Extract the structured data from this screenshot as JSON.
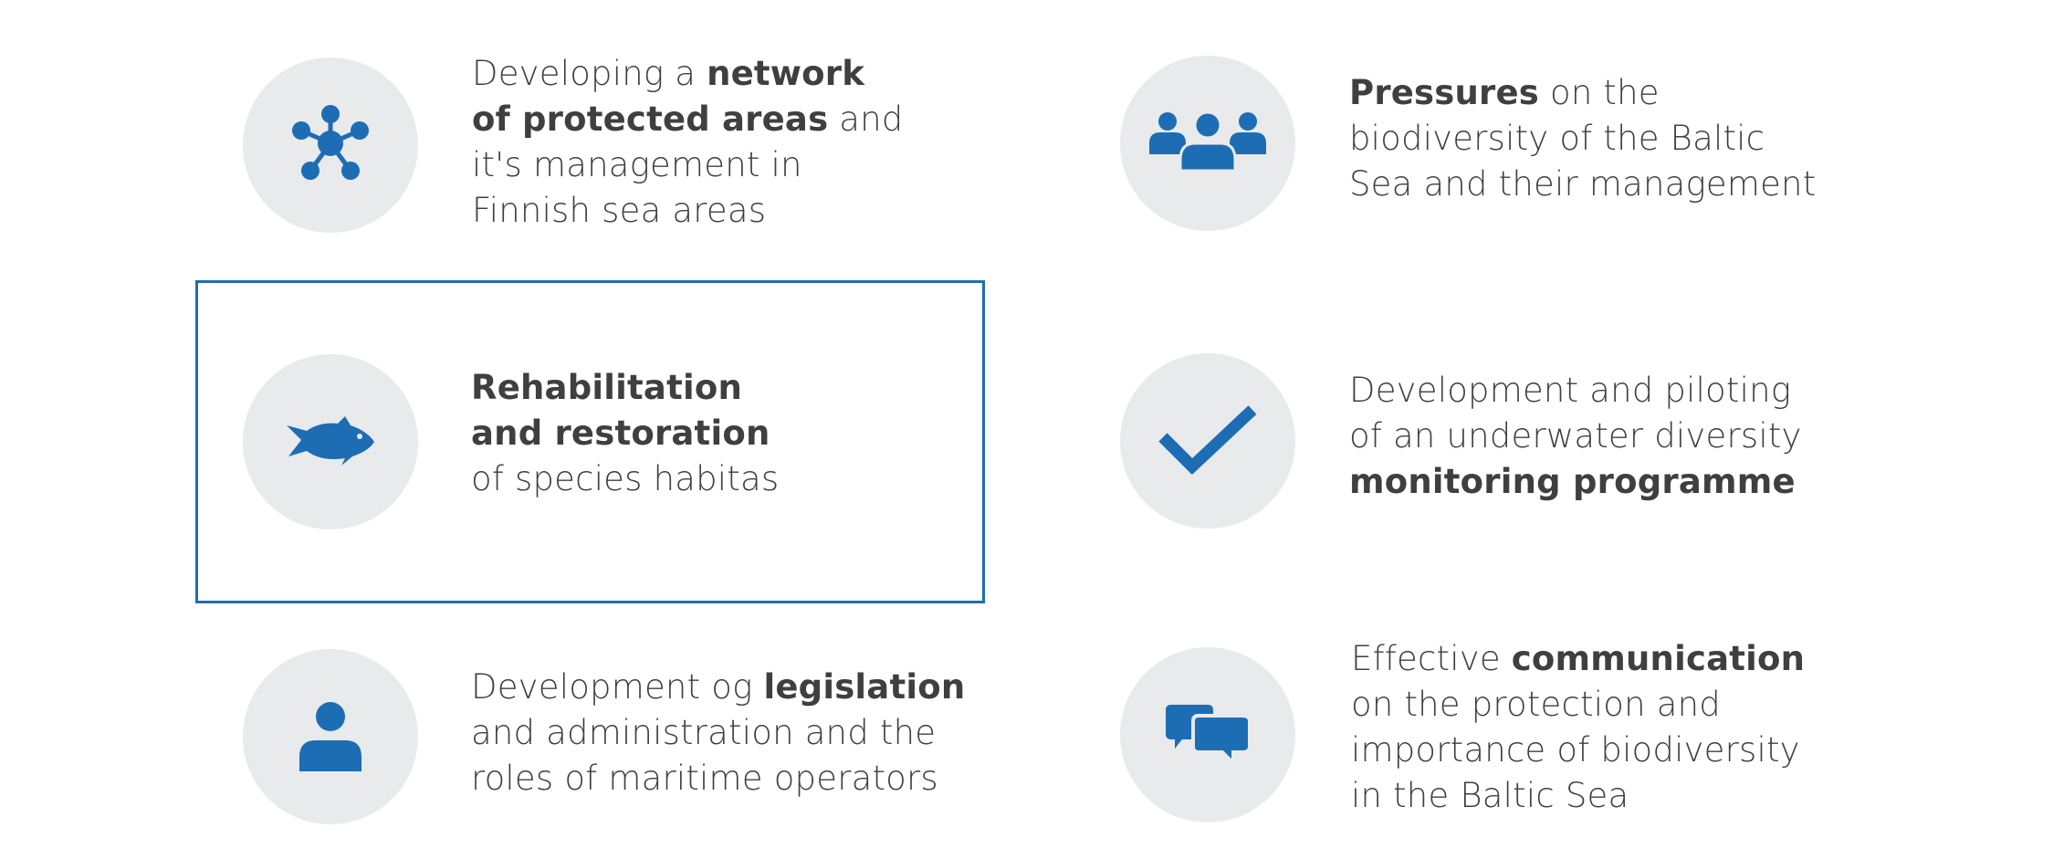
{
  "colors": {
    "accent": "#1d6db4",
    "circle_bg": "#e9eaec",
    "text": "#3f3f41",
    "highlight_border": "#1f6db0"
  },
  "items": [
    {
      "icon": "network-icon",
      "lines": [
        [
          {
            "t": "Developing a "
          },
          {
            "t": "network",
            "b": true
          }
        ],
        [
          {
            "t": "of protected areas",
            "b": true
          },
          {
            "t": " and"
          }
        ],
        [
          {
            "t": "it's management in"
          }
        ],
        [
          {
            "t": "Finnish sea areas"
          }
        ]
      ]
    },
    {
      "icon": "people-group-icon",
      "lines": [
        [
          {
            "t": "Pressures",
            "b": true
          },
          {
            "t": " on the"
          }
        ],
        [
          {
            "t": "biodiversity of the Baltic"
          }
        ],
        [
          {
            "t": "Sea and their management"
          }
        ]
      ]
    },
    {
      "icon": "fish-icon",
      "highlighted": true,
      "lines": [
        [
          {
            "t": "Rehabilitation",
            "b": true
          }
        ],
        [
          {
            "t": "and restoration",
            "b": true
          }
        ],
        [
          {
            "t": "of species habitas"
          }
        ]
      ]
    },
    {
      "icon": "checkmark-icon",
      "lines": [
        [
          {
            "t": "Development and piloting"
          }
        ],
        [
          {
            "t": "of an underwater diversity"
          }
        ],
        [
          {
            "t": "monitoring programme",
            "b": true
          }
        ]
      ]
    },
    {
      "icon": "person-icon",
      "lines": [
        [
          {
            "t": "Development og "
          },
          {
            "t": "legislation",
            "b": true
          }
        ],
        [
          {
            "t": "and administration and the"
          }
        ],
        [
          {
            "t": "roles of maritime operators"
          }
        ]
      ]
    },
    {
      "icon": "speech-bubbles-icon",
      "lines": [
        [
          {
            "t": "Effective "
          },
          {
            "t": "communication",
            "b": true
          }
        ],
        [
          {
            "t": "on the protection and"
          }
        ],
        [
          {
            "t": "importance of biodiversity"
          }
        ],
        [
          {
            "t": "in the Baltic Sea"
          }
        ]
      ]
    }
  ]
}
